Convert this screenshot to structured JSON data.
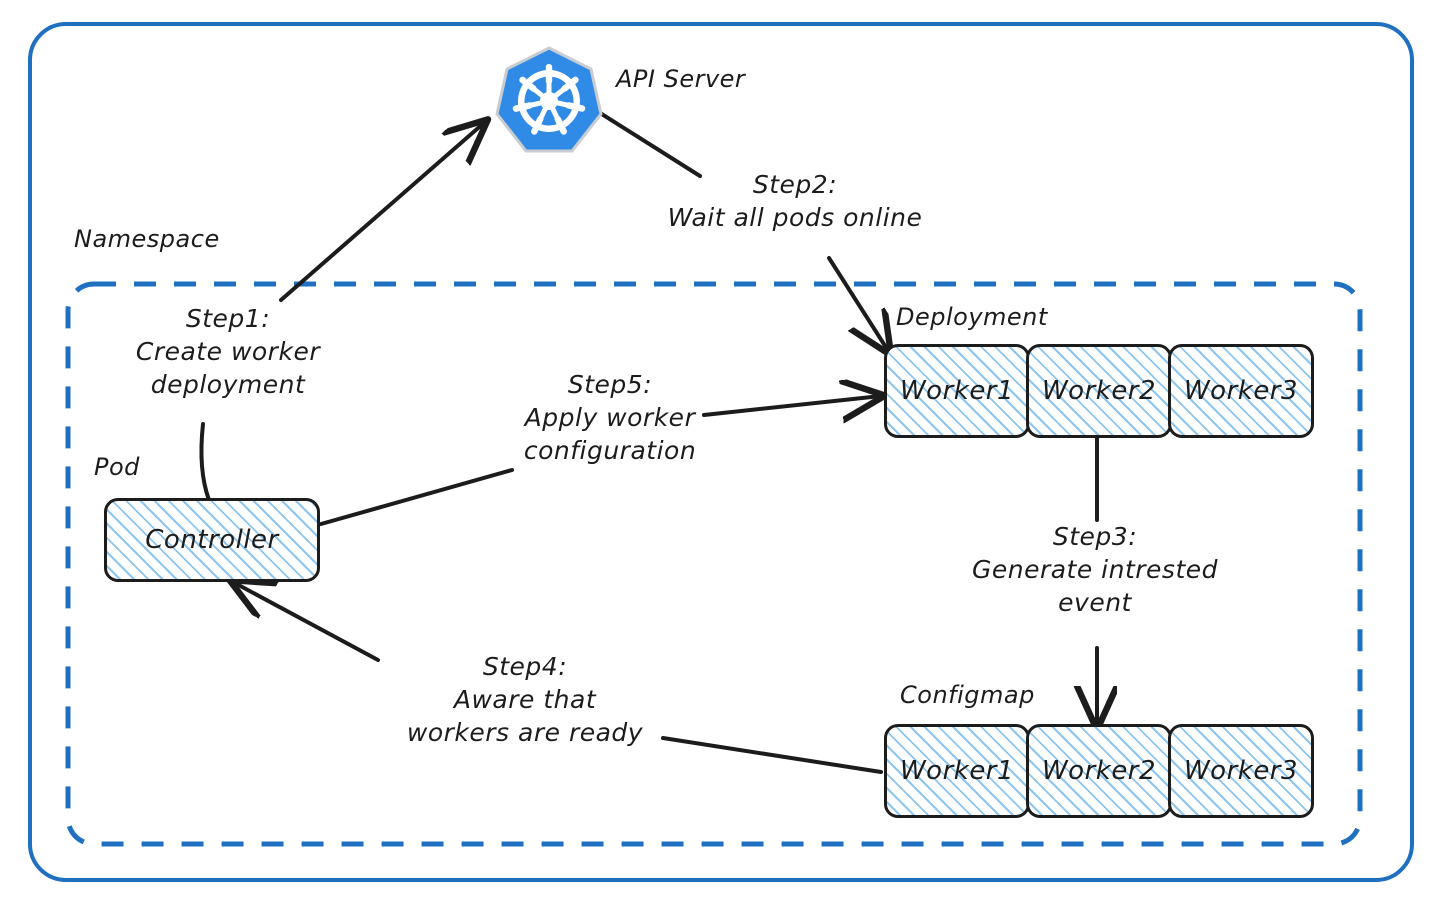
{
  "diagram": {
    "title_region": {
      "api_server_label": "API Server"
    },
    "outer_boundary": {
      "name": "cluster-boundary",
      "stroke": "#1f70c1",
      "style": "solid"
    },
    "namespace": {
      "label": "Namespace",
      "stroke": "#1f70c1",
      "style": "dashed"
    },
    "groups": [
      {
        "id": "pod",
        "label": "Pod"
      },
      {
        "id": "deployment",
        "label": "Deployment"
      },
      {
        "id": "configmap",
        "label": "Configmap"
      }
    ],
    "nodes": {
      "controller": {
        "label": "Controller",
        "group": "pod"
      },
      "deployment_workers": [
        {
          "label": "Worker1"
        },
        {
          "label": "Worker2"
        },
        {
          "label": "Worker3"
        }
      ],
      "configmap_workers": [
        {
          "label": "Worker1"
        },
        {
          "label": "Worker2"
        },
        {
          "label": "Worker3"
        }
      ]
    },
    "steps": [
      {
        "id": "step1",
        "title": "Step1:",
        "lines": [
          "Create worker",
          "deployment"
        ],
        "text": "Step1:\nCreate worker\ndeployment"
      },
      {
        "id": "step2",
        "title": "Step2:",
        "lines": [
          "Wait all pods online"
        ],
        "text": "Step2:\nWait all pods online"
      },
      {
        "id": "step3",
        "title": "Step3:",
        "lines": [
          "Generate intrested",
          "event"
        ],
        "text": "Step3:\nGenerate intrested\nevent"
      },
      {
        "id": "step4",
        "title": "Step4:",
        "lines": [
          "Aware that",
          "workers are ready"
        ],
        "text": "Step4:\nAware that\nworkers are ready"
      },
      {
        "id": "step5",
        "title": "Step5:",
        "lines": [
          "Apply worker",
          "configuration"
        ],
        "text": "Step5:\nApply worker\nconfiguration"
      }
    ],
    "icons": {
      "kubernetes": {
        "name": "kubernetes-logo-icon",
        "fill": "#2f8be6",
        "spoke_fill": "#ffffff"
      }
    },
    "colors": {
      "accent_blue": "#1f70c1",
      "hatch_blue": "#8cc6f0",
      "ink": "#1c1c1c",
      "k8s_blue": "#2f8be6"
    }
  }
}
